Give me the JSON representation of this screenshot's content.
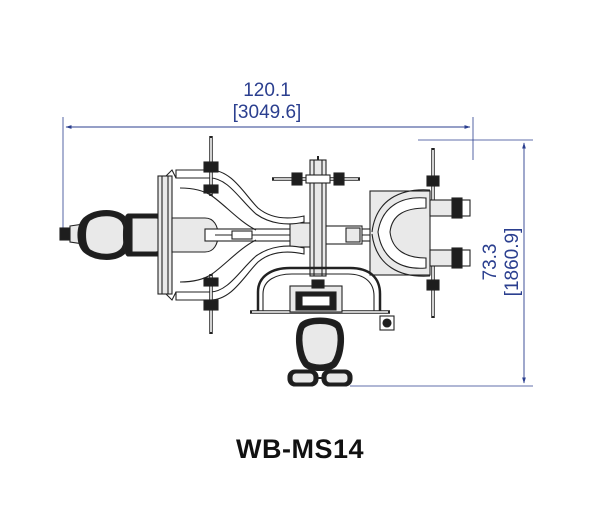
{
  "dimensions": {
    "width_in": "120.1",
    "width_mm": "[3049.6]",
    "depth_in": "73.3",
    "depth_mm": "[1860.9]"
  },
  "model_name": "WB-MS14",
  "colors": {
    "dimension": "#2b3f8f",
    "line": "#222222",
    "fill_light": "#e9e9e9",
    "fill_dark": "#1e1e1e"
  }
}
